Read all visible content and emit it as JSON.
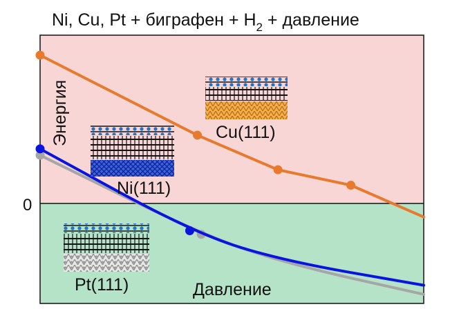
{
  "chart_data": {
    "type": "line",
    "title": "Ni, Cu, Pt + биграфен + H",
    "title_sub": "2",
    "title_tail": " + давление",
    "xlabel": "Давление",
    "ylabel": "Энергия",
    "zero_label": "0",
    "regions": {
      "positive_color": "#f9d6d6",
      "negative_color": "#b5e3c8"
    },
    "ylim": [
      -1.1,
      1.85
    ],
    "xlim": [
      0,
      1
    ],
    "series": [
      {
        "name": "Cu(111)",
        "color": "#e87a2e",
        "label_pos": "upper-middle",
        "points": [
          [
            0.0,
            1.63
          ],
          [
            0.41,
            0.75
          ],
          [
            0.62,
            0.37
          ],
          [
            0.81,
            0.2
          ]
        ],
        "tail": [
          [
            0.81,
            0.2
          ],
          [
            1.0,
            -0.15
          ]
        ]
      },
      {
        "name": "Ni(111)",
        "color": "#0a14e0",
        "label_pos": "left-middle",
        "points": [
          [
            0.0,
            0.6
          ],
          [
            0.39,
            -0.3
          ]
        ],
        "tail": [
          [
            0.39,
            -0.3
          ],
          [
            0.62,
            -0.62
          ],
          [
            1.0,
            -0.9
          ]
        ]
      },
      {
        "name": "Pt(111)",
        "color": "#a6a6a6",
        "label_pos": "lower-left",
        "points": [
          [
            0.0,
            0.53
          ],
          [
            0.42,
            -0.34
          ]
        ],
        "tail": [
          [
            0.42,
            -0.34
          ],
          [
            0.65,
            -0.67
          ],
          [
            1.0,
            -1.0
          ]
        ]
      }
    ]
  }
}
